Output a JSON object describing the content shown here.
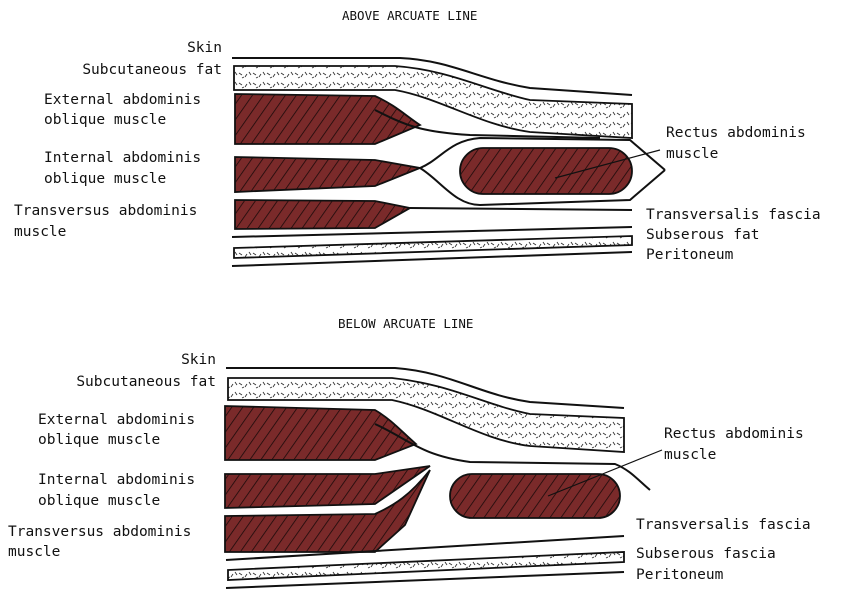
{
  "colors": {
    "muscle": "#7a2a2a",
    "ink": "#111111"
  },
  "panels": [
    {
      "title": "ABOVE ARCUATE LINE",
      "labels_left": [
        "Skin",
        "Subcutaneous fat",
        "External abdominis",
        "oblique muscle",
        "Internal abdominis",
        "oblique muscle",
        "Transversus abdominis",
        "muscle"
      ],
      "labels_right": [
        "Rectus abdominis",
        "muscle",
        "Transversalis fascia",
        "Subserous fat",
        "Peritoneum"
      ]
    },
    {
      "title": "BELOW ARCUATE LINE",
      "labels_left": [
        "Skin",
        "Subcutaneous fat",
        "External abdominis",
        "oblique muscle",
        "Internal abdominis",
        "oblique muscle",
        "Transversus abdominis",
        "muscle"
      ],
      "labels_right": [
        "Rectus abdominis",
        "muscle",
        "Transversalis fascia",
        "Subserous fascia",
        "Peritoneum"
      ]
    }
  ]
}
